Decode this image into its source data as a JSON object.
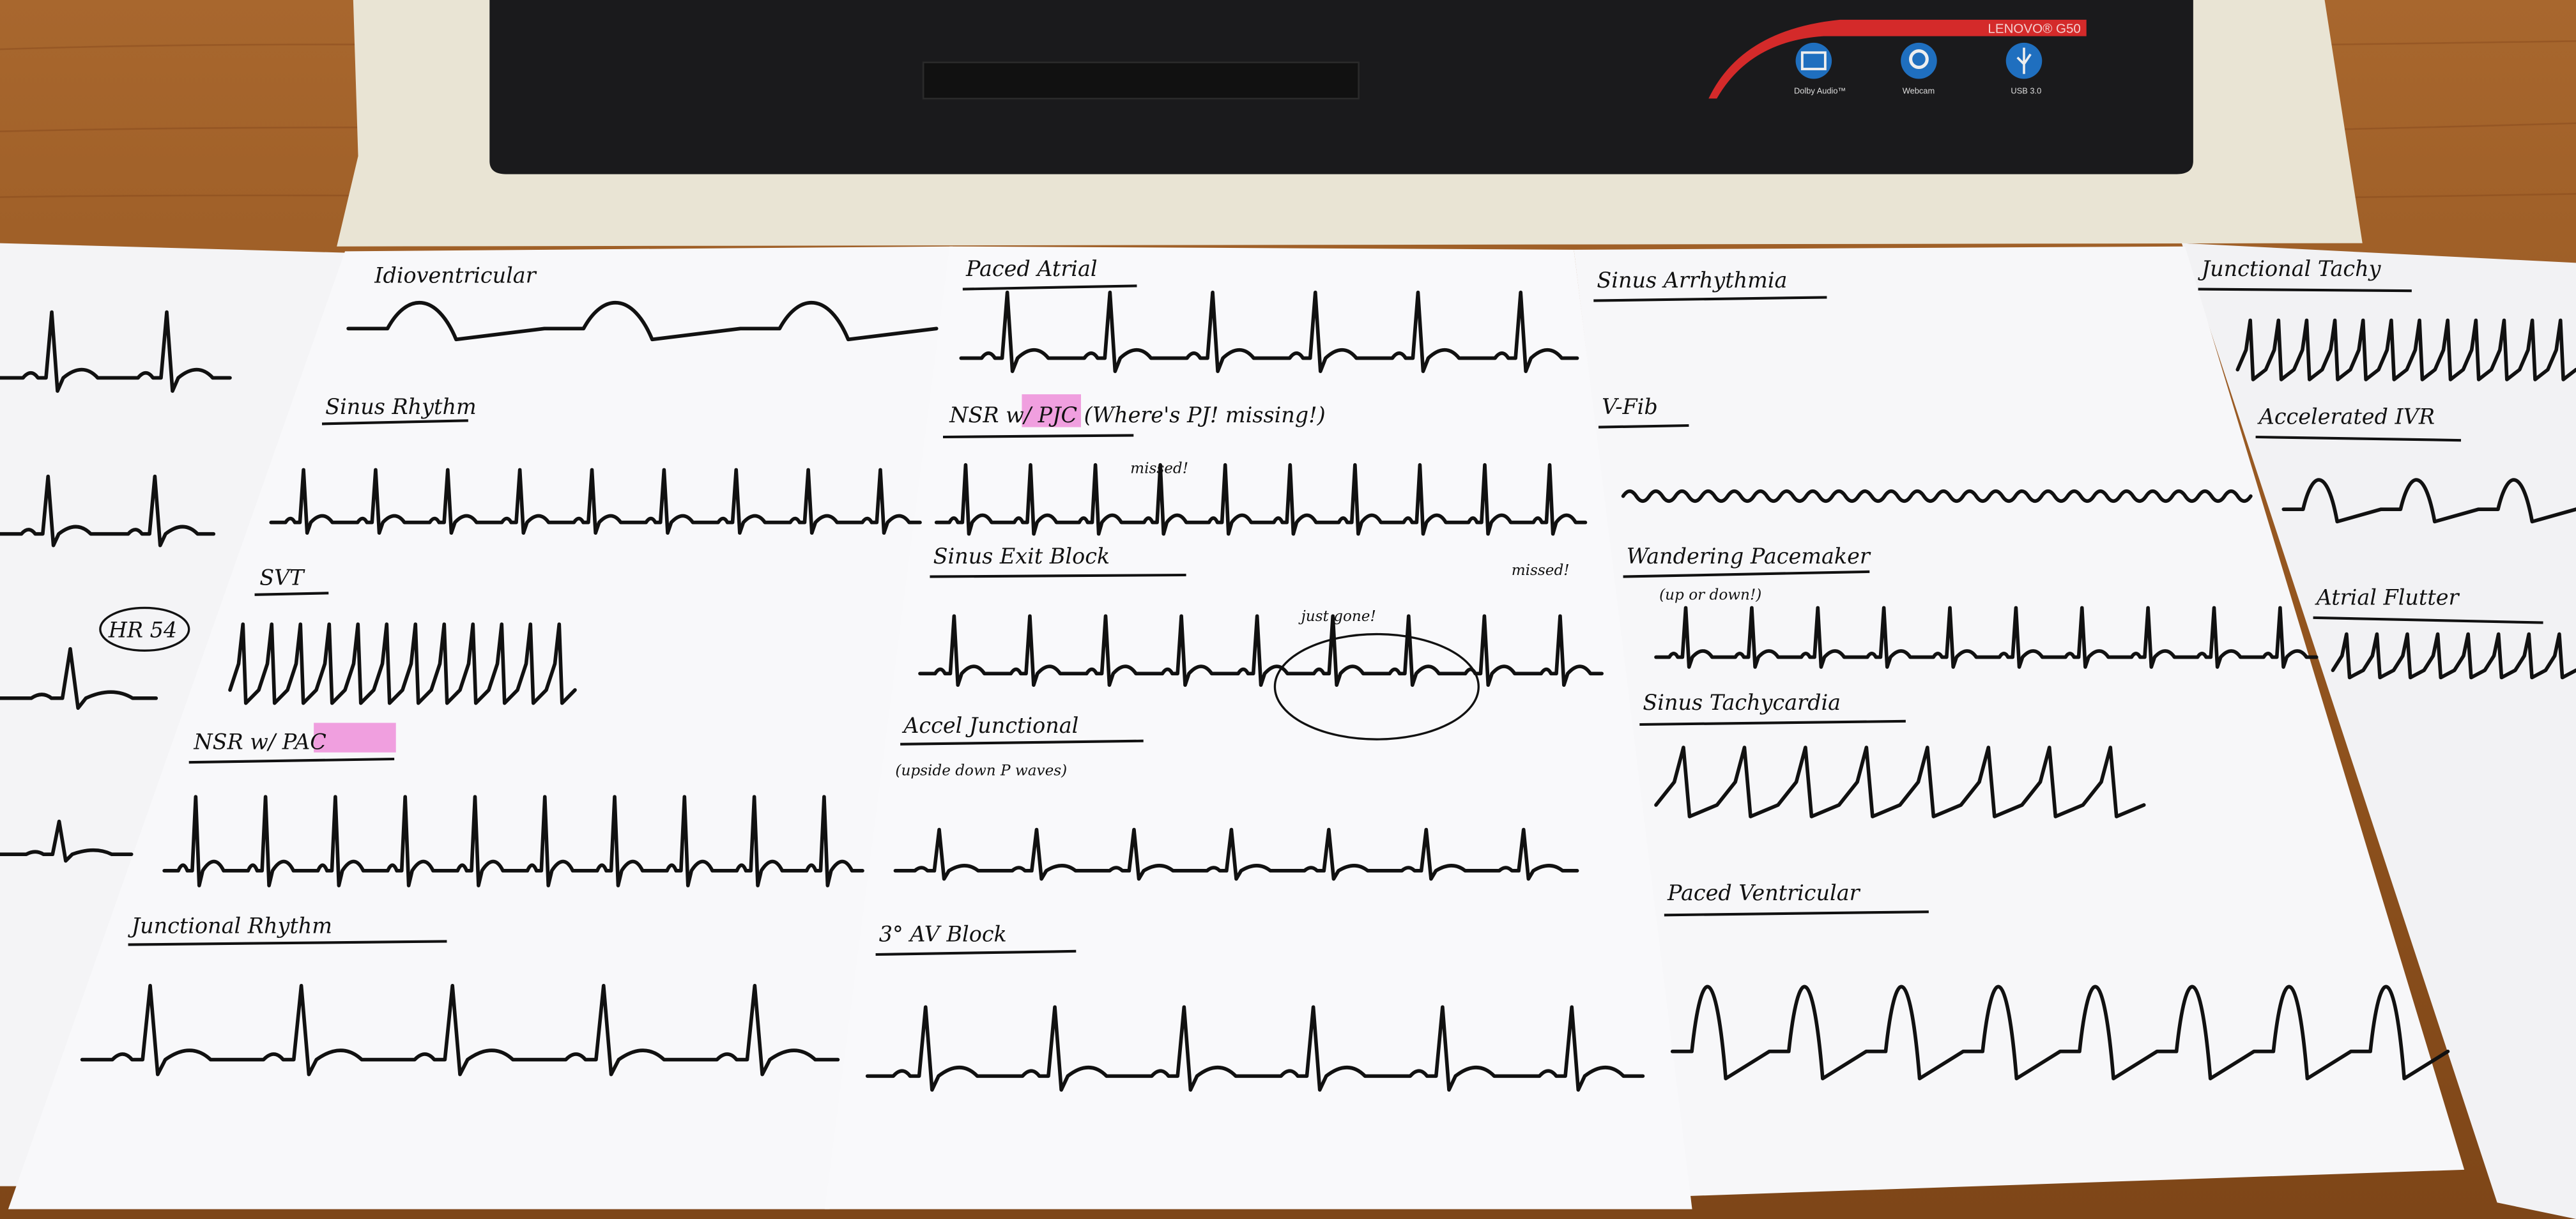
{
  "colors": {
    "wood": "#9a5c27",
    "paper": "#f7f7f9",
    "ink": "#111111",
    "highlighter": "#ee88d8",
    "laptop": "#1a1a1c",
    "laptop_accent": "#d42a2a",
    "icon_blue": "#1f6fbf"
  },
  "laptop": {
    "brand": "LENOVO® G50",
    "badges": [
      {
        "icon": "dolby-icon",
        "label": "Dolby Audio™"
      },
      {
        "icon": "webcam-icon",
        "label": "Webcam"
      },
      {
        "icon": "usb-icon",
        "label": "USB 3.0"
      }
    ]
  },
  "sheets": [
    {
      "labels": [
        "HR 54"
      ]
    },
    {
      "labels": [
        "Idioventricular",
        "Sinus Rhythm",
        "SVT",
        "NSR w/ PAC",
        "Junctional Rhythm"
      ]
    },
    {
      "labels": [
        "Paced Atrial",
        "NSR w/ PJC (Where's PJ! missing!)",
        "missed!",
        "Sinus Exit Block",
        "missed!",
        "just gone!",
        "Accel Junctional",
        "(upside down P waves)",
        "3° AV Block"
      ]
    },
    {
      "labels": [
        "Sinus Arrhythmia",
        "V-Fib",
        "Wandering Pacemaker",
        "(up or down!)",
        "Sinus Tachycardia",
        "Paced Ventricular"
      ]
    },
    {
      "labels": [
        "Junctional Tachy",
        "Accelerated IVR",
        "Atrial Flutter"
      ]
    }
  ]
}
